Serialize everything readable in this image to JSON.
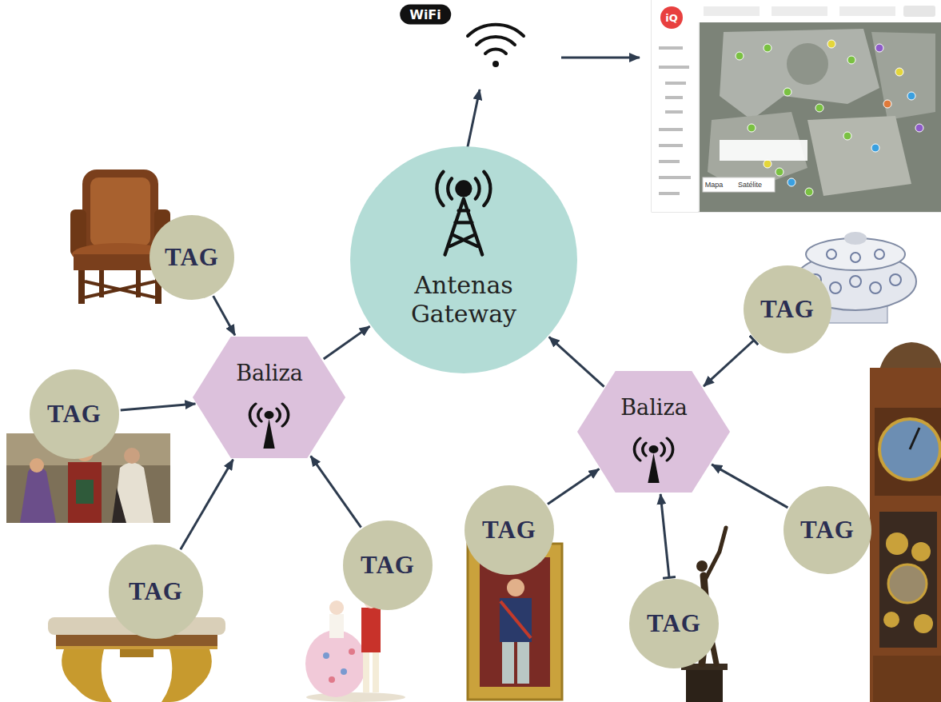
{
  "diagram": {
    "nodes": [
      {
        "text": [
          "TAG"
        ]
      },
      {
        "text": [
          "Antenas Gateway"
        ]
      },
      {
        "text": [
          "TAG"
        ]
      },
      {
        "text": [
          "TAG"
        ]
      },
      {
        "text": [
          "Baliza"
        ]
      },
      {
        "text": [
          "Baliza"
        ]
      },
      {
        "text": [
          "TAG"
        ]
      },
      {
        "text": [
          "TAG"
        ]
      },
      {
        "text": [
          "TAG"
        ]
      },
      {
        "text": [
          "TAG"
        ]
      },
      {
        "text": [
          "TAG"
        ]
      }
    ],
    "edges": [
      {
        "from": 0,
        "to": 4,
        "arrow": "to"
      },
      {
        "from": 3,
        "to": 4,
        "arrow": "to"
      },
      {
        "from": 8,
        "to": 4,
        "arrow": "to"
      },
      {
        "from": 9,
        "to": 4,
        "arrow": "to"
      },
      {
        "from": 4,
        "to": 1,
        "arrow": "to"
      },
      {
        "from": 2,
        "to": 5,
        "arrow": "to"
      },
      {
        "from": 6,
        "to": 5,
        "arrow": "to"
      },
      {
        "from": 7,
        "to": 5,
        "arrow": "to"
      },
      {
        "from": 10,
        "to": 5,
        "arrow": "to"
      },
      {
        "from": 5,
        "to": 1,
        "arrow": "to"
      }
    ],
    "labels": [
      "WiFi",
      "iQ",
      "Mapa",
      "Satélite"
    ]
  }
}
